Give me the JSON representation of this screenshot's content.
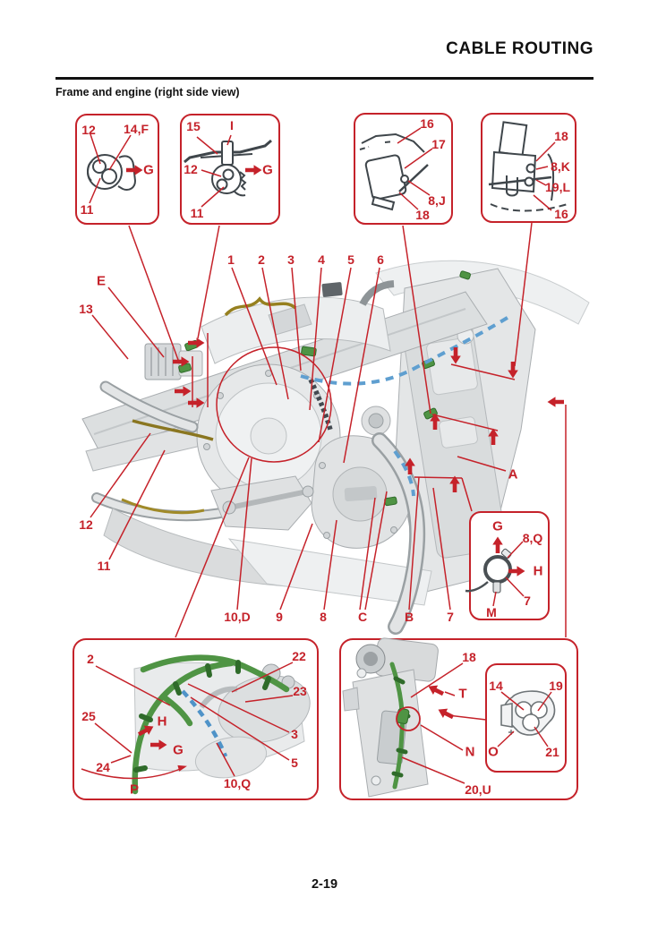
{
  "header": {
    "title": "CABLE ROUTING",
    "subtitle": "Frame and engine (right side view)"
  },
  "footer": {
    "page_number": "2-19"
  },
  "colors": {
    "accent_red": "#c5222a",
    "clamp_green": "#4f9444",
    "cable_blue": "#5f9fd0",
    "wire_olive": "#96801f"
  },
  "top_boxes": {
    "box1": {
      "n12": "12",
      "n14f": "14,F",
      "n11": "11",
      "dir_g": "G"
    },
    "box2": {
      "n15": "15",
      "ni": "I",
      "n12": "12",
      "n11": "11",
      "dir_g": "G"
    },
    "box3": {
      "n16": "16",
      "n17": "17",
      "n8j": "8,J",
      "n18": "18"
    },
    "box4": {
      "n18": "18",
      "n8k": "8,K",
      "n19l": "19,L",
      "n16": "16"
    }
  },
  "diagram": {
    "ne": "E",
    "n13": "13",
    "n1": "1",
    "n2": "2",
    "n3": "3",
    "n4": "4",
    "n5": "5",
    "n6": "6",
    "n12": "12",
    "n11": "11",
    "n10d": "10,D",
    "n9": "9",
    "n8": "8",
    "nc": "C",
    "nb": "B",
    "n7": "7",
    "na": "A"
  },
  "gh_box": {
    "dir_g": "G",
    "n8q": "8,Q",
    "dir_h": "H",
    "n7": "7",
    "nm": "M"
  },
  "bottom_left_box": {
    "n2": "2",
    "n22": "22",
    "n23": "23",
    "n3": "3",
    "n5": "5",
    "n25": "25",
    "n24": "24",
    "np": "P",
    "n10q": "10,Q",
    "dir_h": "H",
    "dir_g": "G"
  },
  "bottom_right_box": {
    "n18": "18",
    "nt": "T",
    "nn": "N",
    "n20u": "20,U",
    "inner": {
      "n14": "14",
      "n19": "19",
      "no": "O",
      "n21": "21"
    }
  }
}
